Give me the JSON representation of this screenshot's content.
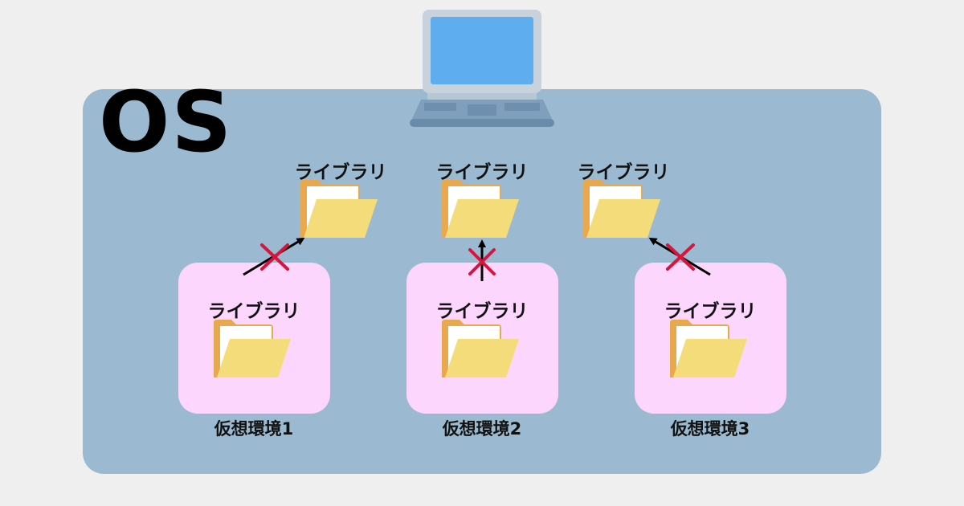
{
  "os": {
    "title": "OS"
  },
  "library_label": "ライブラリ",
  "top_libraries": [
    {
      "label": "ライブラリ"
    },
    {
      "label": "ライブラリ"
    },
    {
      "label": "ライブラリ"
    }
  ],
  "environments": [
    {
      "name": "仮想環境1",
      "library_label": "ライブラリ"
    },
    {
      "name": "仮想環境2",
      "library_label": "ライブラリ"
    },
    {
      "name": "仮想環境3",
      "library_label": "ライブラリ"
    }
  ],
  "colors": {
    "background": "#efefef",
    "os_box": "#9bbad1",
    "env_box": "#fdd6fd",
    "folder_front": "#f5dc7a",
    "folder_back": "#e8a94e",
    "cross": "#d7143c",
    "screen": "#5eaeef"
  },
  "icons": [
    "laptop-icon",
    "folder-icon",
    "arrow-icon",
    "cross-icon"
  ]
}
